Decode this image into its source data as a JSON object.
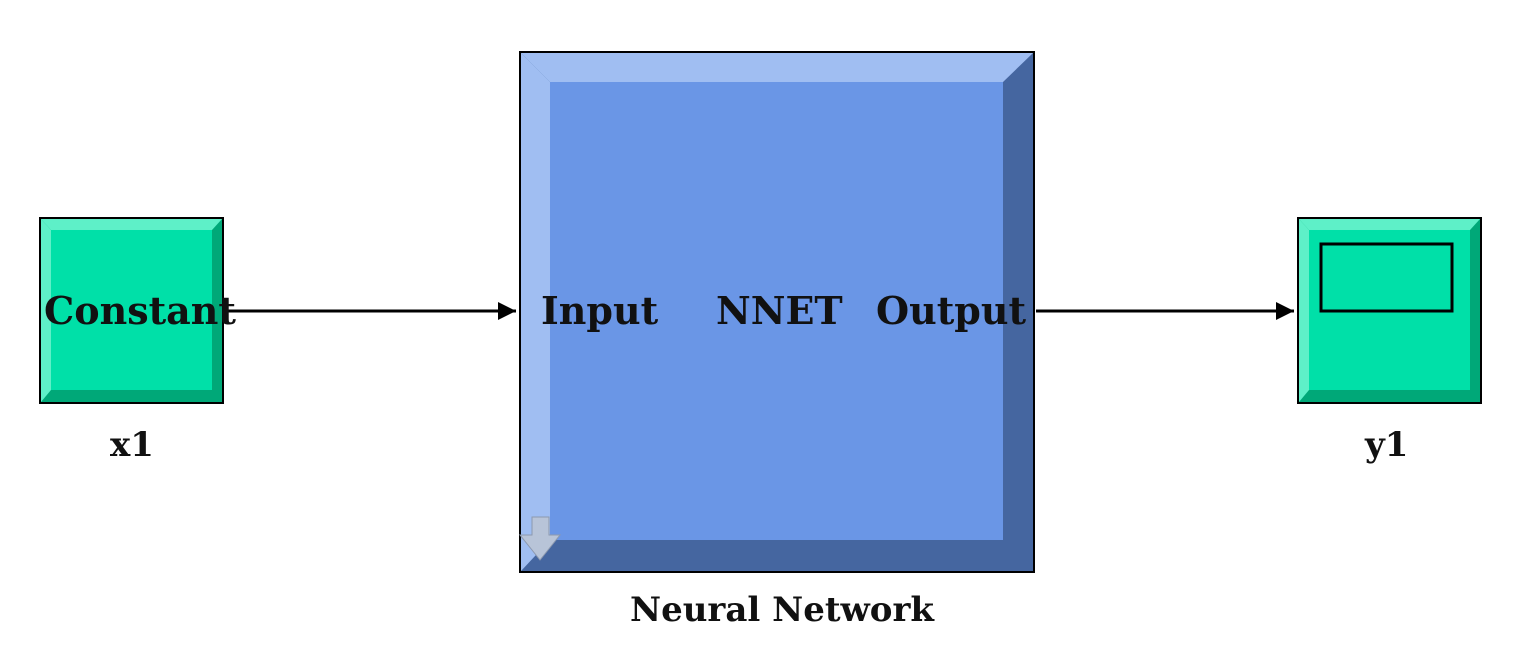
{
  "blocks": {
    "constant": {
      "text": "Constant",
      "label": "x1"
    },
    "nnet": {
      "input_port": "Input",
      "title": "NNET",
      "output_port": "Output",
      "label": "Neural Network"
    },
    "scope": {
      "label": "y1"
    }
  },
  "colors": {
    "teal_face": "#00e0a8",
    "teal_light": "#5ef0c8",
    "teal_dark": "#00a878",
    "blue_face": "#6a96e6",
    "blue_light": "#a0bef2",
    "blue_dark": "#4566a0",
    "line": "#000000"
  },
  "icons": {
    "nnet_corner": "down-arrow-icon"
  }
}
